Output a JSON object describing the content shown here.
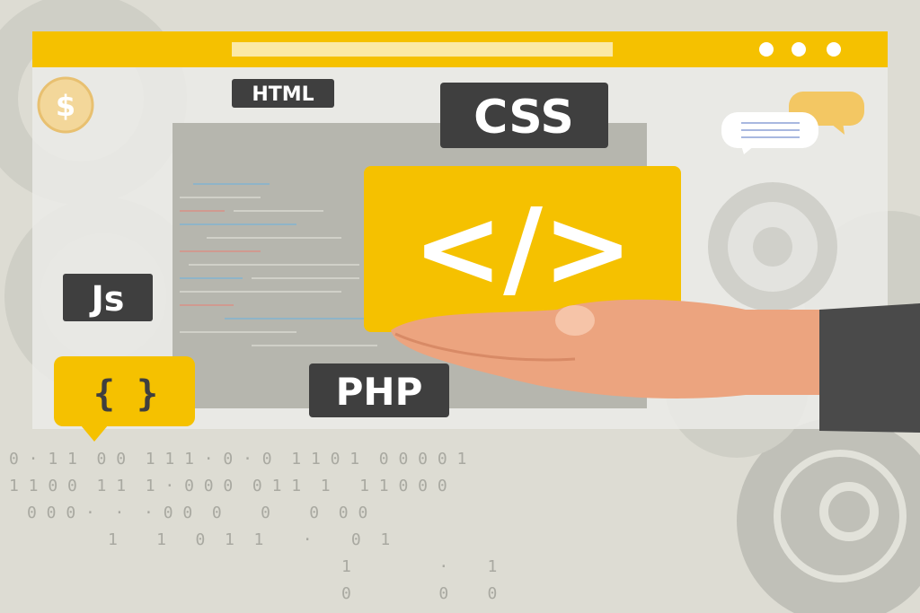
{
  "labels": {
    "html": "HTML",
    "css": "CSS",
    "js": "Js",
    "braces": "{ }",
    "php": "PHP",
    "code_tag": "</>",
    "dollar": "$"
  },
  "binary_rows": [
    "0 · 1 1  0 0  1 1 1 · 0 · 0  1 1 0 1  0 0 0 0 1",
    "1 1 0 0  1 1  1 · 0 0 0  0 1 1  1   1 1 0 0 0",
    "0 0 0 ·  ·  · 0 0  0    0    0  0 0",
    "1    1   0  1  1    ·    0  1",
    "1         ·    1",
    "0         0    0"
  ],
  "colors": {
    "background": "#dddcd3",
    "accent_yellow": "#f5c100",
    "label_dark": "#3f3f3f",
    "skin": "#eca47f",
    "sleeve": "#4a4a4a"
  }
}
